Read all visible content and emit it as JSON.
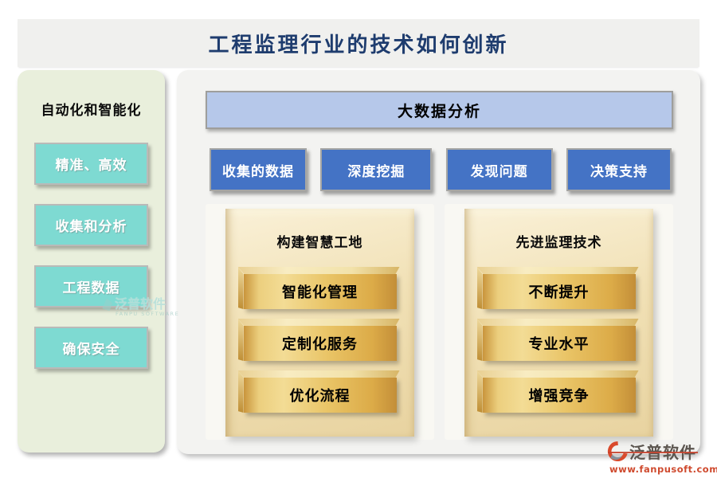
{
  "page": {
    "title": "工程监理行业的技术如何创新"
  },
  "sidebar": {
    "heading": "自动化和智能化",
    "items": [
      "精准、高效",
      "收集和分析",
      "工程数据",
      "确保安全"
    ]
  },
  "main": {
    "banner": "大数据分析",
    "steps": [
      "收集的数据",
      "深度挖掘",
      "发现问题",
      "决策支持"
    ],
    "columns": [
      {
        "heading": "构建智慧工地",
        "items": [
          "智能化管理",
          "定制化服务",
          "优化流程"
        ]
      },
      {
        "heading": "先进监理技术",
        "items": [
          "不断提升",
          "专业水平",
          "增强竞争"
        ]
      }
    ]
  },
  "watermark": {
    "name": "泛普软件",
    "subtitle": "FANPU SOFTWARE"
  },
  "footer_logo": {
    "name": "泛普软件",
    "url": "www.fanpusoft.com"
  },
  "colors": {
    "title_text": "#1e3c6e",
    "title_strip_bg": "#f0f0ee",
    "sidebar_bg": "#e9efdc",
    "teal_button": "#7edad2",
    "banner_blue": "#b6c8ea",
    "step_blue": "#4473c5",
    "tan_panel": "#f1e1b6",
    "gold_button": "#e9c466",
    "logo_red": "#cf4a2e"
  }
}
